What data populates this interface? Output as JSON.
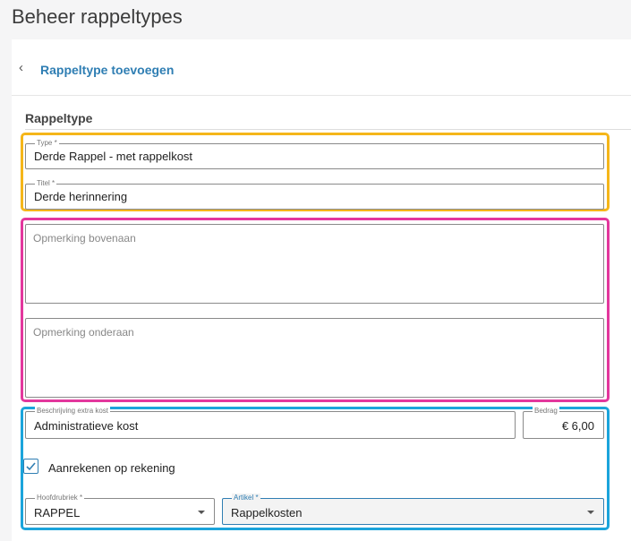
{
  "page": {
    "title": "Beheer rappeltypes"
  },
  "header": {
    "back_icon": "chevron-left-icon",
    "title": "Rappeltype toevoegen"
  },
  "section": {
    "title": "Rappeltype"
  },
  "form": {
    "type": {
      "label": "Type *",
      "value": "Derde Rappel - met rappelkost"
    },
    "titel": {
      "label": "Titel *",
      "value": "Derde herinnering"
    },
    "opmerking_boven": {
      "placeholder": "Opmerking bovenaan"
    },
    "opmerking_onder": {
      "placeholder": "Opmerking onderaan"
    },
    "extra_kost": {
      "label": "Beschrijving extra kost",
      "value": "Administratieve kost"
    },
    "bedrag": {
      "label": "Bedrag",
      "value": "€ 6,00"
    },
    "aanrekenen": {
      "label": "Aanrekenen op rekening",
      "checked": true
    },
    "hoofdrubriek": {
      "label": "Hoofdrubriek *",
      "value": "RAPPEL"
    },
    "artikel": {
      "label": "Artikel *",
      "value": "Rappelkosten"
    }
  },
  "highlight_colors": {
    "yellow": "#f5b61a",
    "pink": "#e3379d",
    "blue": "#1ba4db"
  },
  "colors": {
    "accent": "#2f7eb3"
  }
}
